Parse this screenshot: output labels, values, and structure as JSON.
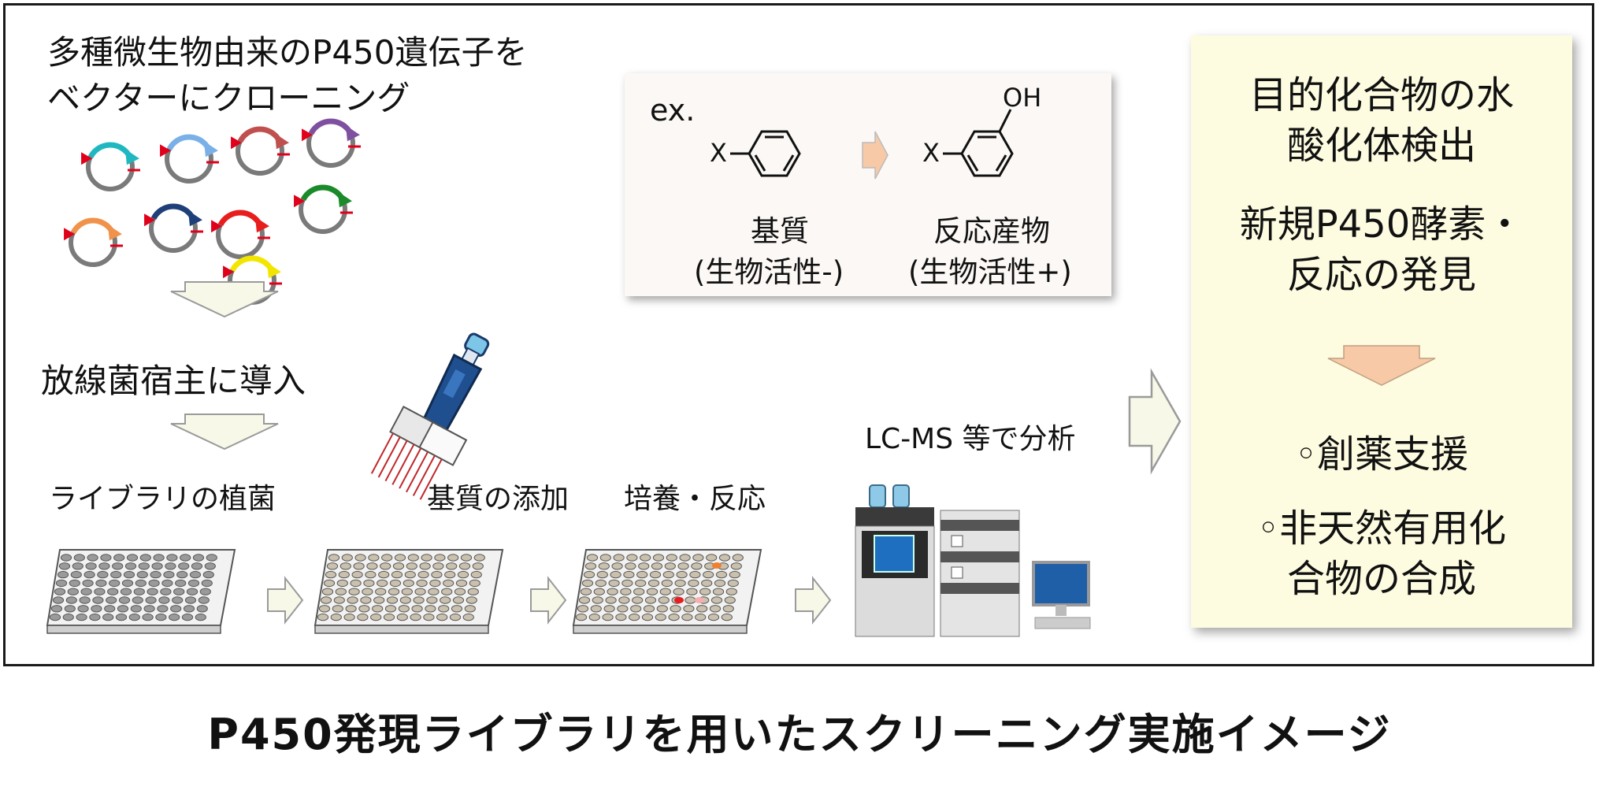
{
  "steps": {
    "clone": "多種微生物由来のP450遺伝子をベクターにクローニング",
    "host": "放線菌宿主に導入",
    "plate": "ライブラリの植菌",
    "substrate": "基質の添加",
    "culture": "培養・反応",
    "lcms": "LC-MS 等で分析"
  },
  "example": {
    "prefix": "ex.",
    "substituent": "X",
    "hydroxyl": "OH",
    "substrate_label": "基質",
    "substrate_activity": "(生物活性-)",
    "product_label": "反応産物",
    "product_activity": "(生物活性+)"
  },
  "results": {
    "detect_line1": "目的化合物の水",
    "detect_line2": "酸化体検出",
    "discover_line1": "新規P450酵素・",
    "discover_line2": "反応の発見",
    "app1": "◦創薬支援",
    "app2_line1": "◦非天然有用化",
    "app2_line2": "合物の合成"
  },
  "caption": "P450発現ライブラリを用いたスクリーニング実施イメージ",
  "colors": {
    "frame": "#1a1a1a",
    "arrow_fill": "#f8f8e8",
    "arrow_stroke": "#9a9a9a",
    "accent_arrow": "#f7c9a6",
    "result_bg": "#fdfbe0",
    "plasmid_gray": "#7a7a7a",
    "plasmid_red": "#e0001a",
    "plasmid_colors": [
      "#20b8c0",
      "#7ab0e8",
      "#c0504d",
      "#7f4fa0",
      "#f0924a",
      "#1f3f7a",
      "#e81e1e",
      "#1a8a2a",
      "#f2e600"
    ]
  }
}
